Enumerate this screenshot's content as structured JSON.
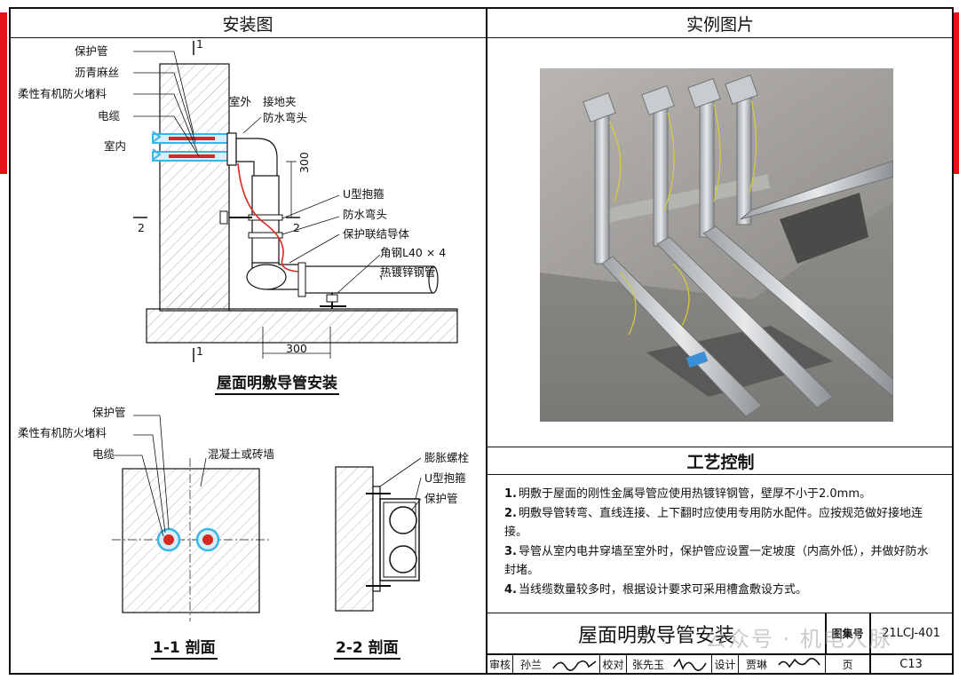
{
  "headers": {
    "left": "安装图",
    "right": "实例图片"
  },
  "main_drawing": {
    "caption": "屋面明敷导管安装",
    "labels": {
      "protective_pipe": "保护管",
      "asphalt_hemp": "沥青麻丝",
      "fire_plug": "柔性有机防火堵料",
      "cable": "电缆",
      "indoor": "室内",
      "outdoor": "室外",
      "ground_clamp": "接地夹",
      "waterproof_elbow_top": "防水弯头",
      "u_clamp": "U型抱箍",
      "waterproof_elbow_mid": "防水弯头",
      "bond_conductor": "保护联结导体",
      "angle_steel": "角钢L40 × 4",
      "galvanized_pipe": "热镀锌钢管",
      "dim_vertical": "300",
      "dim_horizontal": "300",
      "sec1_top": "1",
      "sec1_bottom": "1",
      "sec2_left": "2",
      "sec2_right": "2"
    }
  },
  "section_1": {
    "caption": "1-1 剖面",
    "labels": {
      "protective_pipe": "保护管",
      "fire_plug": "柔性有机防火堵料",
      "cable": "电缆",
      "wall": "混凝土或砖墙"
    }
  },
  "section_2": {
    "caption": "2-2 剖面",
    "labels": {
      "bolt": "膨胀螺栓",
      "u_clamp": "U型抱箍",
      "protective_pipe": "保护管"
    }
  },
  "process_control": {
    "title": "工艺控制",
    "items": [
      {
        "num": "1.",
        "text": "明敷于屋面的刚性金属导管应使用热镀锌钢管，壁厚不小于2.0mm。"
      },
      {
        "num": "2.",
        "text": "明敷导管转弯、直线连接、上下翻时应使用专用防水配件。应按规范做好接地连接。"
      },
      {
        "num": "3.",
        "text": "导管从室内电井穿墙至室外时，保护管应设置一定坡度（内高外低），并做好防水封堵。"
      },
      {
        "num": "4.",
        "text": "当线缆数量较多时，根据设计要求可采用槽盒敷设方式。"
      }
    ]
  },
  "title_block": {
    "title": "屋面明敷导管安装",
    "atlas_label": "图集号",
    "atlas_value": "21LCJ-401",
    "review_label": "审核",
    "reviewer": "孙兰",
    "check_label": "校对",
    "checker": "张先玉",
    "design_label": "设计",
    "designer": "贾琳",
    "page_label": "页",
    "page_value": "C13"
  },
  "watermark": "公众号 · 机电人脉",
  "colors": {
    "accent_red": "#e8121b",
    "cable_red": "#d62a1f",
    "insulation_cyan": "#39b6e6"
  }
}
